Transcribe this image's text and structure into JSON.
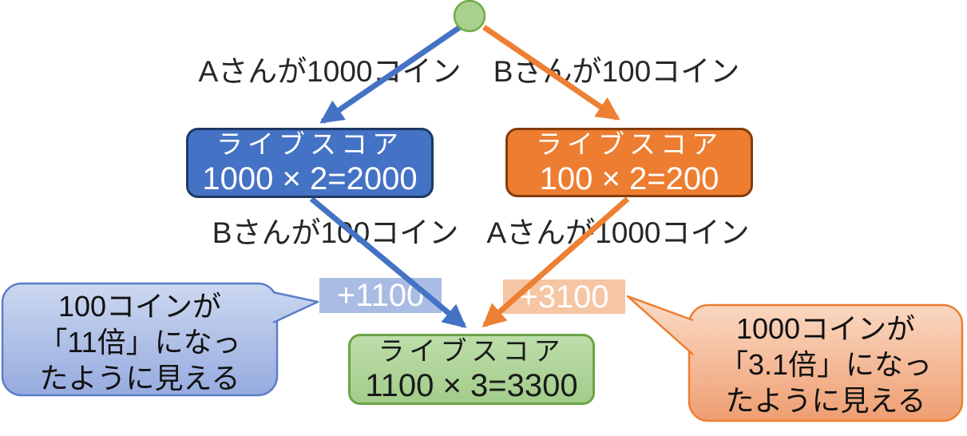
{
  "diagram": {
    "type": "flow-diagram",
    "topic": "live score coin multiplication comparison"
  },
  "edges": {
    "top_left": "Aさんが1000コイン",
    "top_right": "Bさんが100コイン",
    "bottom_left": "Bさんが100コイン",
    "bottom_right": "Aさんが1000コイン"
  },
  "nodes": {
    "left": {
      "title": "ライブスコア",
      "formula": "1000 × 2=2000"
    },
    "right": {
      "title": "ライブスコア",
      "formula": "100 × 2=200"
    },
    "bottom": {
      "title": "ライブスコア",
      "formula": "1100 × 3=3300"
    }
  },
  "deltas": {
    "left": "+1100",
    "right": "+3100"
  },
  "callouts": {
    "left": {
      "lines": [
        "100コインが",
        "「11倍」になっ",
        "たように見える"
      ]
    },
    "right": {
      "lines": [
        "1000コインが",
        "「3.1倍」になっ",
        "たように見える"
      ]
    }
  },
  "colors": {
    "blue_accent": "#4472c4",
    "blue_border": "#1f3864",
    "orange_accent": "#ed7d31",
    "orange_border": "#843c0c",
    "green_fill": "#a9d18e",
    "green_border": "#70ad47",
    "delta_left_bg": "#a9bce3",
    "delta_right_bg": "#f6c5a3",
    "callout_left_gradient": [
      "#ccd8f0",
      "#96abdf"
    ],
    "callout_right_gradient": [
      "#fbdcc8",
      "#ee9e71"
    ],
    "text": "#262626"
  }
}
